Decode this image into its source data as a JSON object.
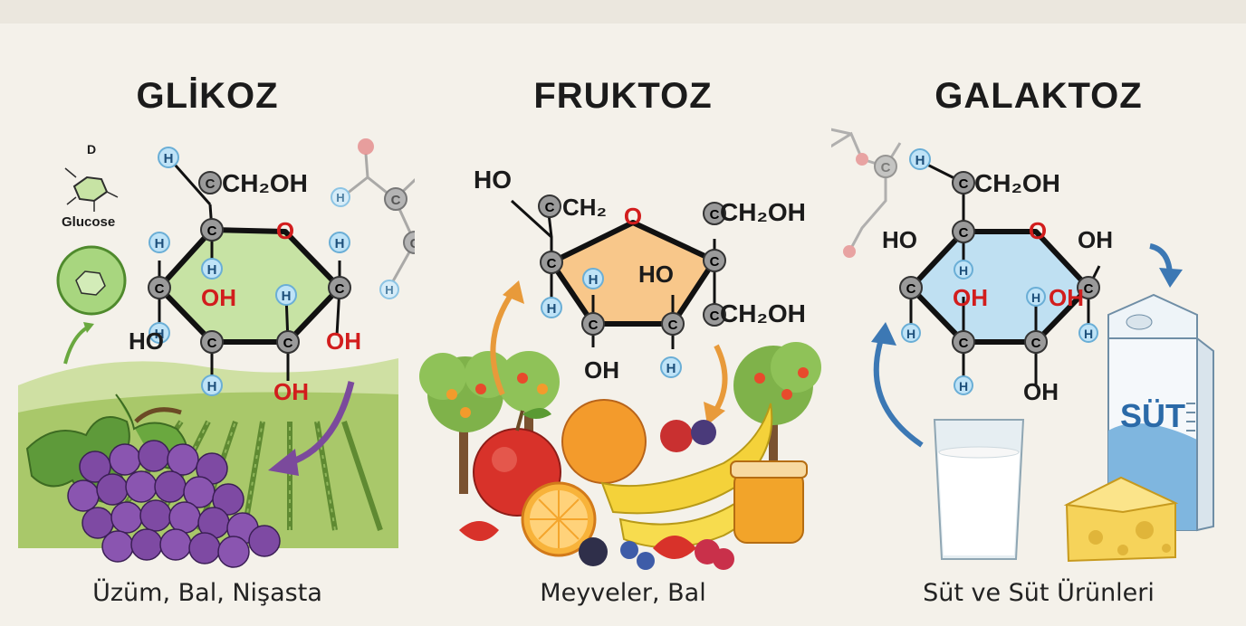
{
  "panels": [
    {
      "title": "GLİKOZ",
      "caption": "Üzüm, Bal, Nişasta",
      "inset": {
        "label_d": "D",
        "label_name": "Glucose"
      },
      "ring_color": "#c7e3a4",
      "arrow_color": "#7b4a9c"
    },
    {
      "title": "FRUKTOZ",
      "caption": "Meyveler, Bal",
      "ring_color": "#f8c78a",
      "arrow_color": "#e89a3a"
    },
    {
      "title": "GALAKTOZ",
      "caption": "Süt ve Süt Ürünleri",
      "carton_label": "SÜT",
      "ring_color": "#bfe0f2",
      "arrow_color": "#3c78b4"
    }
  ],
  "atoms": {
    "carbon": "C",
    "hydrogen": "H",
    "oxygen": "O",
    "hydroxyl": "OH",
    "hydroxyl_left": "HO",
    "ch2oh": "CH₂OH",
    "ch2": "CH₂"
  },
  "colors": {
    "carbon_fill": "#9a9a9a",
    "hydrogen_fill": "#bfe3f7",
    "oxygen_red": "#d21d1d",
    "text_dark": "#1b1b1b"
  }
}
